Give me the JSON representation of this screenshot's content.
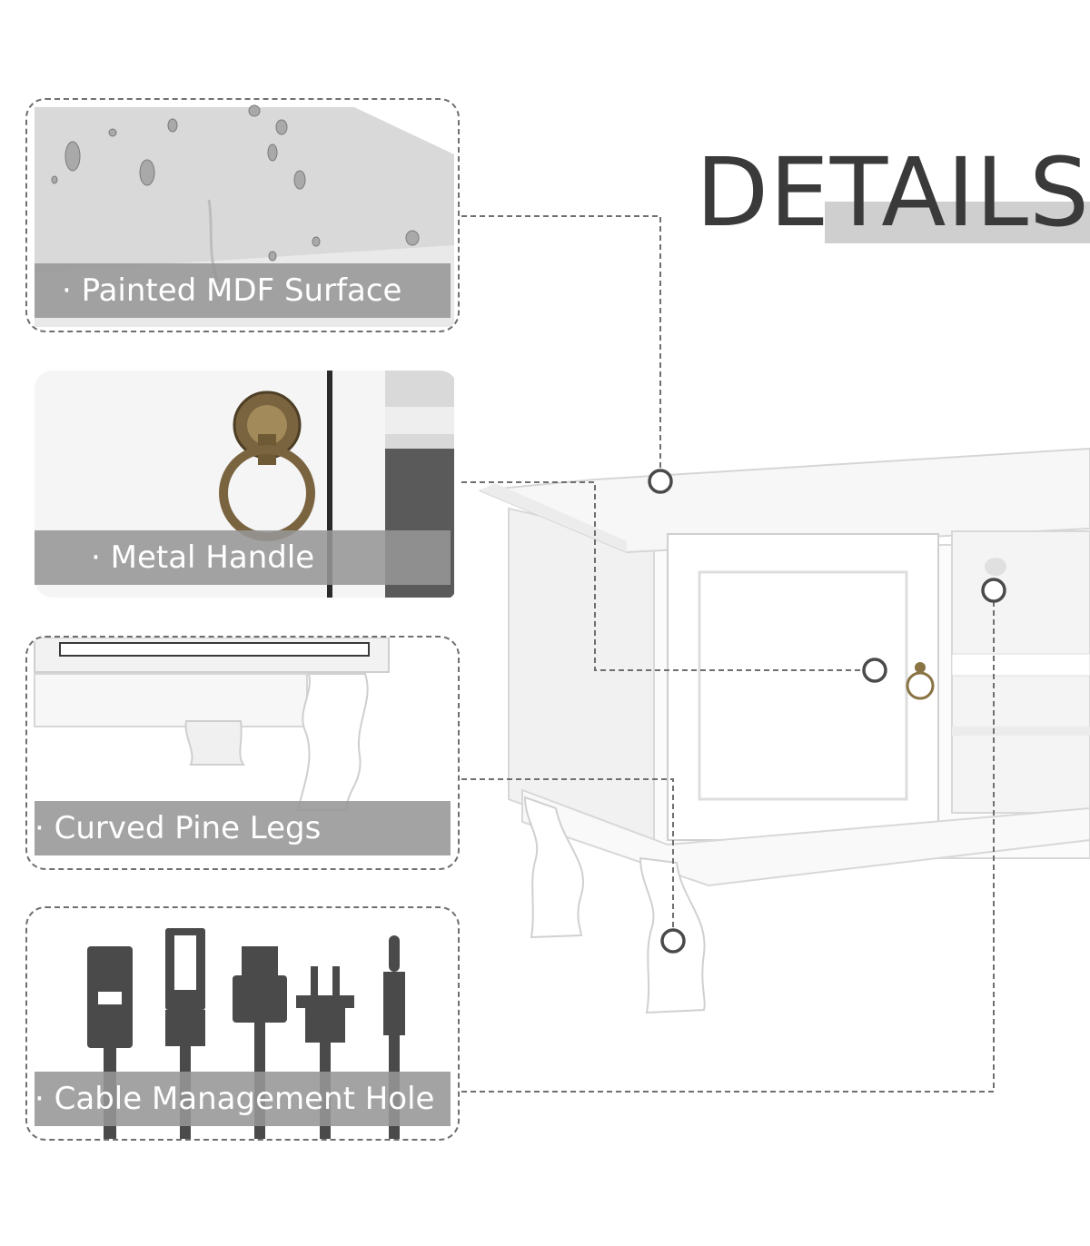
{
  "header": {
    "title": "DETAILS"
  },
  "features": [
    {
      "label": "· Painted MDF Surface",
      "icon": "water-drops-icon"
    },
    {
      "label": "· Metal Handle",
      "icon": "ring-pull-handle-icon"
    },
    {
      "label": "· Curved Pine Legs",
      "icon": "curved-leg-icon"
    },
    {
      "label": "· Cable Management Hole",
      "icon": "cable-plugs-icon"
    }
  ],
  "cable_icons": [
    "ethernet-plug-icon",
    "rj11-plug-icon",
    "usb-plug-icon",
    "power-plug-icon",
    "audio-jack-icon"
  ],
  "colors": {
    "title_text": "#3a3a3a",
    "title_bar": "#cfcfcf",
    "caption_bg": "#969696",
    "dashed_line": "#6f6f6f",
    "furniture": "#ffffff",
    "icon_fill": "#4a4a4a",
    "handle_brass": "#8a7345"
  }
}
